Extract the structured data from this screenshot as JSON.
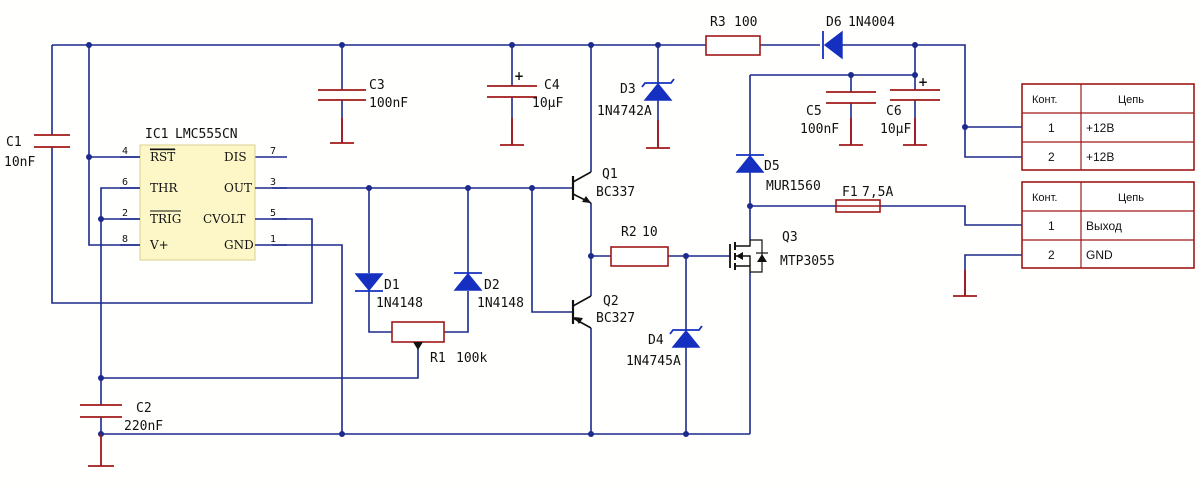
{
  "ic1": {
    "ref": "IC1",
    "value": "LMC555CN",
    "pins": {
      "rst": {
        "num": "4",
        "label": "RST"
      },
      "thr": {
        "num": "6",
        "label": "THR"
      },
      "trig": {
        "num": "2",
        "label": "TRIG"
      },
      "vplus": {
        "num": "8",
        "label": "V+"
      },
      "dis": {
        "num": "7",
        "label": "DIS"
      },
      "out": {
        "num": "3",
        "label": "OUT"
      },
      "cvolt": {
        "num": "5",
        "label": "CVOLT"
      },
      "gnd": {
        "num": "1",
        "label": "GND"
      }
    }
  },
  "c1": {
    "ref": "C1",
    "value": "10nF"
  },
  "c2": {
    "ref": "C2",
    "value": "220nF"
  },
  "c3": {
    "ref": "C3",
    "value": "100nF"
  },
  "c4": {
    "ref": "C4",
    "value": "10µF"
  },
  "c5": {
    "ref": "C5",
    "value": "100nF"
  },
  "c6": {
    "ref": "C6",
    "value": "10µF"
  },
  "d1": {
    "ref": "D1",
    "value": "1N4148"
  },
  "d2": {
    "ref": "D2",
    "value": "1N4148"
  },
  "d3": {
    "ref": "D3",
    "value": "1N4742A"
  },
  "d4": {
    "ref": "D4",
    "value": "1N4745A"
  },
  "d5": {
    "ref": "D5",
    "value": "MUR1560"
  },
  "d6": {
    "ref": "D6",
    "value": "1N4004"
  },
  "r1": {
    "ref": "R1",
    "value": "100k"
  },
  "r2": {
    "ref": "R2",
    "value": "10"
  },
  "r3": {
    "ref": "R3",
    "value": "100"
  },
  "q1": {
    "ref": "Q1",
    "value": "BC337"
  },
  "q2": {
    "ref": "Q2",
    "value": "BC327"
  },
  "q3": {
    "ref": "Q3",
    "value": "MTP3055"
  },
  "f1": {
    "ref": "F1",
    "value": "7,5A"
  },
  "connector_power": {
    "headers": [
      "Конт.",
      "Цепь"
    ],
    "rows": [
      {
        "pin": "1",
        "net": "+12В"
      },
      {
        "pin": "2",
        "net": "+12В"
      }
    ]
  },
  "connector_output": {
    "headers": [
      "Конт.",
      "Цепь"
    ],
    "rows": [
      {
        "pin": "1",
        "net": "Выход"
      },
      {
        "pin": "2",
        "net": "GND"
      }
    ]
  },
  "colors": {
    "wire": "#1b2a8c",
    "component": "#a01818",
    "diode": "#1530c0",
    "ic_fill": "#fdf7c8"
  }
}
